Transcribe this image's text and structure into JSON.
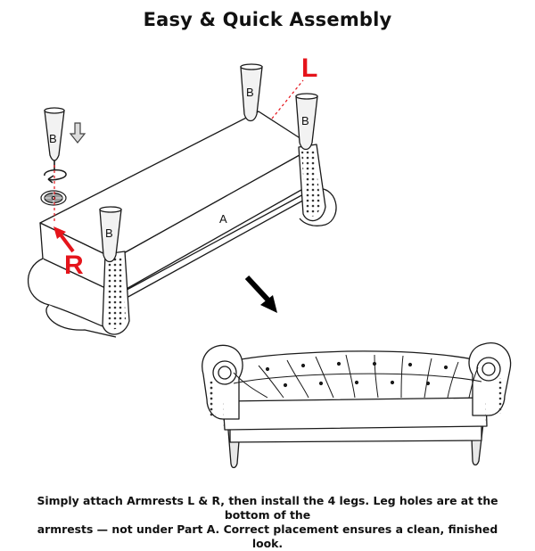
{
  "title": "Easy & Quick Assembly",
  "labels": {
    "leg": "B",
    "seat": "A",
    "armrest_left": "L",
    "armrest_right": "R"
  },
  "caption": {
    "line1": "Simply attach Armrests L & R, then install the 4 legs. Leg holes are at the bottom of the",
    "line2": "armrests — not under Part A. Correct placement ensures a clean, finished look."
  },
  "colors": {
    "line": "#1a1a1a",
    "accent_red": "#e5141b",
    "leg_fill": "#f2f2f2"
  },
  "icons": [
    "down-arrow-icon",
    "rotate-arrow-icon",
    "bold-arrow-icon"
  ]
}
